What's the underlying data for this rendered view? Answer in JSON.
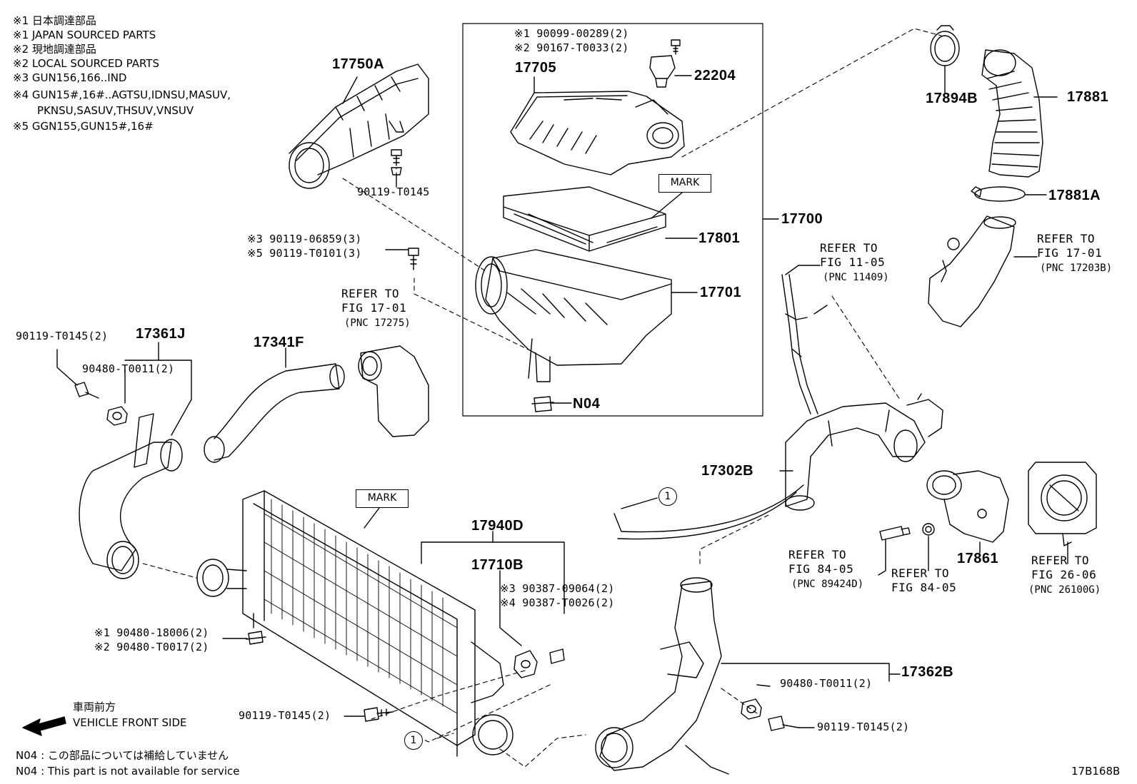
{
  "legend": [
    "※1 日本調達部品",
    "※1 JAPAN SOURCED PARTS",
    "※2 現地調達部品",
    "※2 LOCAL SOURCED PARTS",
    "※3 GUN156,166..IND",
    "※4 GUN15#,16#..AGTSU,IDNSU,MASUV,",
    "PKNSU,SASUV,THSUV,VNSUV",
    "※5 GGN155,GUN15#,16#"
  ],
  "parts": {
    "p17750A": "17750A",
    "p90119_T0145_a": "90119-T0145",
    "p90099": "※1 90099-00289(2)",
    "p90167": "※2 90167-T0033(2)",
    "p17705": "17705",
    "p22204": "22204",
    "mark1": "MARK",
    "p17801": "17801",
    "p17700": "17700",
    "p17701": "17701",
    "pN04": "N04",
    "p90119_06859": "※3 90119-06859(3)",
    "p90119_T0101": "※5 90119-T0101(3)",
    "p17894B": "17894B",
    "p17881": "17881",
    "p17881A": "17881A",
    "p90119_T0145_b": "90119-T0145(2)",
    "p17361J": "17361J",
    "p90480_T0011_a": "90480-T0011(2)",
    "p17341F": "17341F",
    "p17302B": "17302B",
    "p17861": "17861",
    "mark2": "MARK",
    "p17940D": "17940D",
    "p17710B": "17710B",
    "p90387_09064": "※3 90387-09064(2)",
    "p90387_T0026": "※4 90387-T0026(2)",
    "p90480_18006": "※1 90480-18006(2)",
    "p90480_T0017": "※2 90480-T0017(2)",
    "p90119_T0145_c": "90119-T0145(2)",
    "p90480_T0011_b": "90480-T0011(2)",
    "p17362B": "17362B",
    "p90119_T0145_d": "90119-T0145(2)",
    "circle1": "1"
  },
  "refs": {
    "r1": {
      "line1": "REFER TO",
      "line2": "FIG 17-01",
      "line3": "(PNC 17275)"
    },
    "r2": {
      "line1": "REFER TO",
      "line2": "FIG 11-05",
      "line3": "(PNC 11409)"
    },
    "r3": {
      "line1": "REFER TO",
      "line2": "FIG 17-01",
      "line3": "(PNC 17203B)"
    },
    "r4": {
      "line1": "REFER TO",
      "line2": "FIG 84-05",
      "line3": "(PNC 89424D)"
    },
    "r5": {
      "line1": "REFER TO",
      "line2": "FIG 84-05"
    },
    "r6": {
      "line1": "REFER TO",
      "line2": "FIG 26-06",
      "line3": "(PNC 26100G)"
    }
  },
  "vehicle": {
    "jp": "車両前方",
    "en": "VEHICLE FRONT SIDE"
  },
  "footnote": {
    "jp": "N04 : この部品については補給していません",
    "en": "N04 : This part is not available for service"
  },
  "figure_code": "17B168B"
}
